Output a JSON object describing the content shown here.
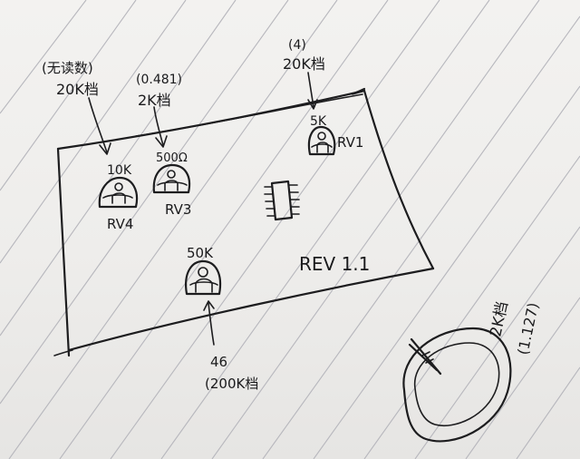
{
  "annotations": {
    "rv4_note_line1": "(无读数)",
    "rv4_note_line2": "20K档",
    "rv3_note_line1": "(0.481)",
    "rv3_note_line2": "2K档",
    "rv1_note_line1": "(4)",
    "rv1_note_line2": "20K档",
    "rv2_note_line1": "46",
    "rv2_note_line2": "(200K档",
    "ring_note_line1": "2K档",
    "ring_note_line2": "(1.127)"
  },
  "board": {
    "revision": "REV 1.1"
  },
  "components": {
    "rv4": {
      "value": "10K",
      "label": "RV4"
    },
    "rv3": {
      "value": "500Ω",
      "label": "RV3"
    },
    "rv1": {
      "value": "5K",
      "label": "RV1"
    },
    "rv2": {
      "value": "50K"
    }
  },
  "colors": {
    "ink": "#1d1d1f",
    "paper": "#efeeec",
    "rule": "#b7b7bd"
  }
}
